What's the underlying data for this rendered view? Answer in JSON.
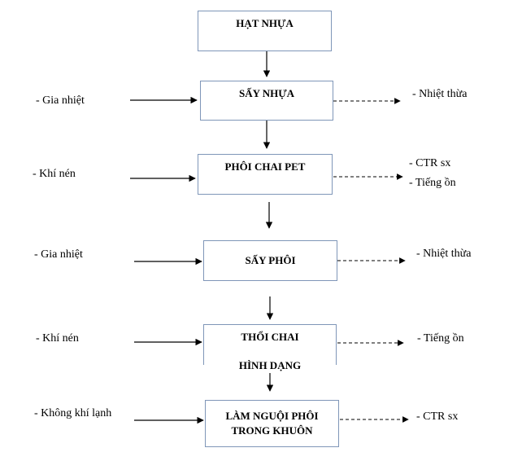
{
  "diagram": {
    "steps": [
      {
        "lines": [
          "HẠT NHỰA"
        ]
      },
      {
        "lines": [
          "SẤY NHỰA"
        ]
      },
      {
        "lines": [
          "PHÔI CHAI PET"
        ]
      },
      {
        "lines": [
          "SẤY PHÔI"
        ]
      },
      {
        "lines": [
          "THỔI CHAI",
          "HÌNH DẠNG"
        ]
      },
      {
        "lines": [
          "LÀM NGUỘI PHÔI",
          "TRONG KHUÔN"
        ]
      }
    ],
    "inputs": [
      {
        "step": 1,
        "label": "- Gia nhiệt"
      },
      {
        "step": 2,
        "label": "- Khí nén"
      },
      {
        "step": 3,
        "label": "- Gia nhiệt"
      },
      {
        "step": 4,
        "label": "- Khí nén"
      },
      {
        "step": 5,
        "label": "- Không khí  lạnh"
      }
    ],
    "outputs": [
      {
        "step": 1,
        "labels": [
          "- Nhiệt thừa"
        ]
      },
      {
        "step": 2,
        "labels": [
          "- CTR sx",
          "- Tiếng ồn"
        ]
      },
      {
        "step": 3,
        "labels": [
          "- Nhiệt thừa"
        ]
      },
      {
        "step": 4,
        "labels": [
          "- Tiếng ồn"
        ]
      },
      {
        "step": 5,
        "labels": [
          "- CTR sx"
        ]
      }
    ],
    "colors": {
      "box_border": "#7f96b8",
      "arrow": "#000000"
    }
  }
}
